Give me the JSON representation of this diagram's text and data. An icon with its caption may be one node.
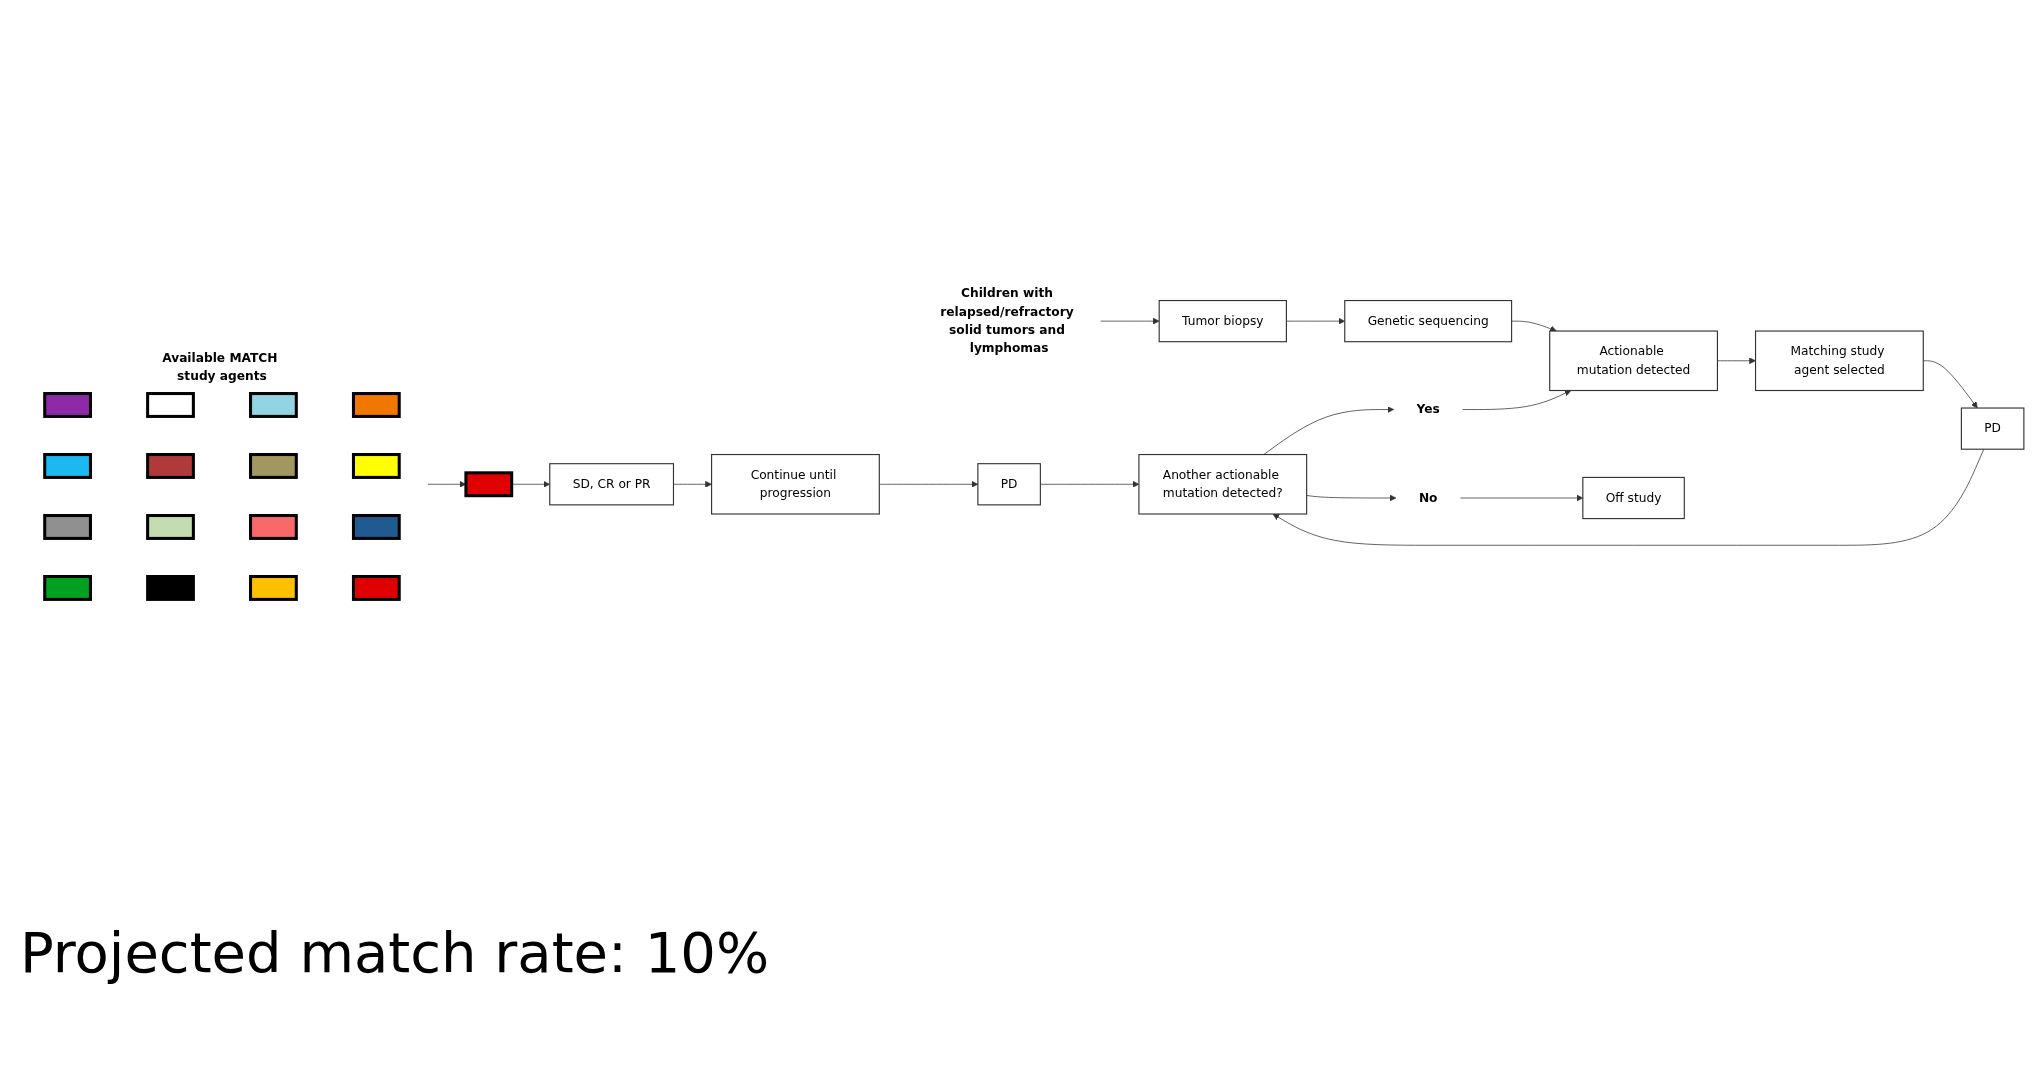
{
  "diagram": {
    "nodes": [
      {
        "text": [
          "Available MATCH study agents"
        ]
      },
      {
        "text": [],
        "shape": "box",
        "in": 0
      },
      {
        "text": [],
        "shape": "box",
        "in": 0
      },
      {
        "text": [],
        "shape": "box",
        "in": 0
      },
      {
        "text": [],
        "shape": "box",
        "in": 0
      },
      {
        "text": [],
        "shape": "box",
        "in": 0
      },
      {
        "text": [],
        "shape": "box",
        "in": 0
      },
      {
        "text": [],
        "shape": "box",
        "in": 0
      },
      {
        "text": [],
        "shape": "box",
        "in": 0
      },
      {
        "text": [],
        "shape": "box",
        "in": 0
      },
      {
        "text": [],
        "shape": "box",
        "in": 0
      },
      {
        "text": [],
        "shape": "box",
        "in": 0
      },
      {
        "text": [],
        "shape": "box",
        "in": 0
      },
      {
        "text": [],
        "shape": "box",
        "in": 0
      },
      {
        "text": [],
        "shape": "box",
        "in": 0
      },
      {
        "text": [],
        "shape": "box",
        "in": 0
      },
      {
        "text": [],
        "shape": "box",
        "in": 0
      },
      {
        "text": [
          "Children with relapsed/refractory solid tumors and lymphomas"
        ]
      },
      {
        "text": [
          "Tumor biopsy"
        ]
      },
      {
        "text": [
          "Genetic sequencing"
        ]
      },
      {
        "text": [
          "Actionable mutation detected"
        ]
      },
      {
        "text": [],
        "shape": "box"
      },
      {
        "text": [
          "Matching study agent selected"
        ]
      },
      {
        "text": [
          "SD, CR or PR"
        ]
      },
      {
        "text": [
          "Continue until progression"
        ]
      },
      {
        "text": [
          "PD"
        ]
      },
      {
        "text": [
          "PD"
        ]
      },
      {
        "text": [
          "Another actionable mutation detected?"
        ]
      },
      {
        "text": [
          "Yes"
        ]
      },
      {
        "text": [
          "No"
        ]
      },
      {
        "text": [
          "Off study"
        ]
      }
    ],
    "edges": [
      {
        "from": 17,
        "to": 18,
        "arrow": "to"
      },
      {
        "from": 18,
        "to": 19,
        "arrow": "to"
      },
      {
        "from": 19,
        "to": 20,
        "arrow": "to"
      },
      {
        "from": 20,
        "to": 22,
        "arrow": "to"
      },
      {
        "from": 0,
        "to": 21,
        "arrow": "to"
      },
      {
        "from": 21,
        "to": 23,
        "arrow": "to"
      },
      {
        "from": 22,
        "to": 26,
        "arrow": "to"
      },
      {
        "from": 23,
        "to": 24,
        "arrow": "to"
      },
      {
        "from": 24,
        "to": 25,
        "arrow": "to"
      },
      {
        "from": 25,
        "to": 27,
        "arrow": "to"
      },
      {
        "from": 26,
        "to": 27,
        "arrow": "to"
      },
      {
        "from": 27,
        "to": 28,
        "arrow": "to"
      },
      {
        "from": 27,
        "to": 29,
        "arrow": "to"
      },
      {
        "from": 28,
        "to": 20,
        "arrow": "to"
      },
      {
        "from": 29,
        "to": 30,
        "arrow": "to"
      }
    ],
    "labels": [
      "Projected match rate: 10%"
    ]
  }
}
